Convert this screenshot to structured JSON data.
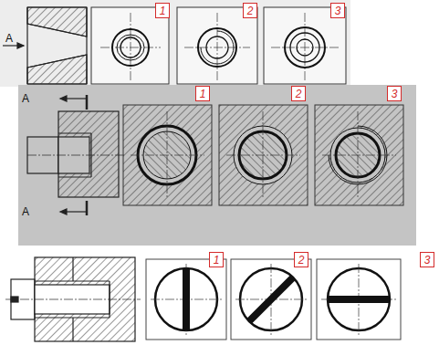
{
  "diagram": {
    "nodes": [
      {
        "text": [
          "1"
        ]
      },
      {
        "text": [
          "2"
        ]
      },
      {
        "text": [
          "3"
        ]
      },
      {
        "text": [
          "1"
        ]
      },
      {
        "text": [
          "2"
        ]
      },
      {
        "text": [
          "3"
        ]
      },
      {
        "text": [
          "1"
        ]
      },
      {
        "text": [
          "2"
        ]
      },
      {
        "text": [
          "3"
        ]
      }
    ],
    "labels": [
      "A",
      "A",
      "A"
    ]
  }
}
